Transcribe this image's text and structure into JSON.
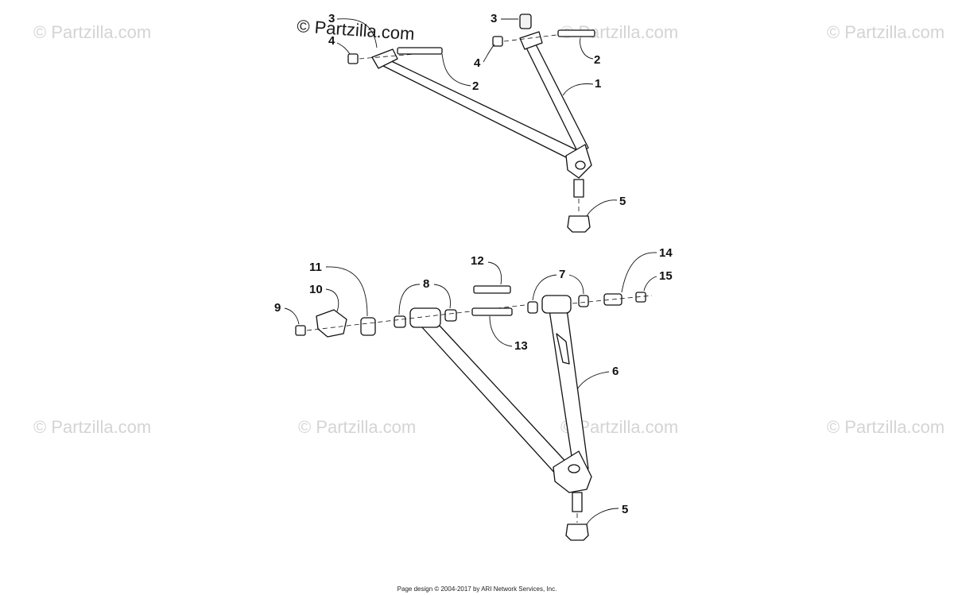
{
  "watermarks": {
    "text": "© Partzilla.com",
    "main_text": "© Partzilla.com"
  },
  "callouts": {
    "upper_arm": [
      "3",
      "4",
      "3",
      "4",
      "2",
      "2",
      "1",
      "5"
    ],
    "lower_arm": [
      "11",
      "10",
      "9",
      "8",
      "12",
      "13",
      "7",
      "14",
      "15",
      "6",
      "5"
    ]
  },
  "footer": {
    "text": "Page design © 2004-2017 by ARI Network Services, Inc."
  }
}
